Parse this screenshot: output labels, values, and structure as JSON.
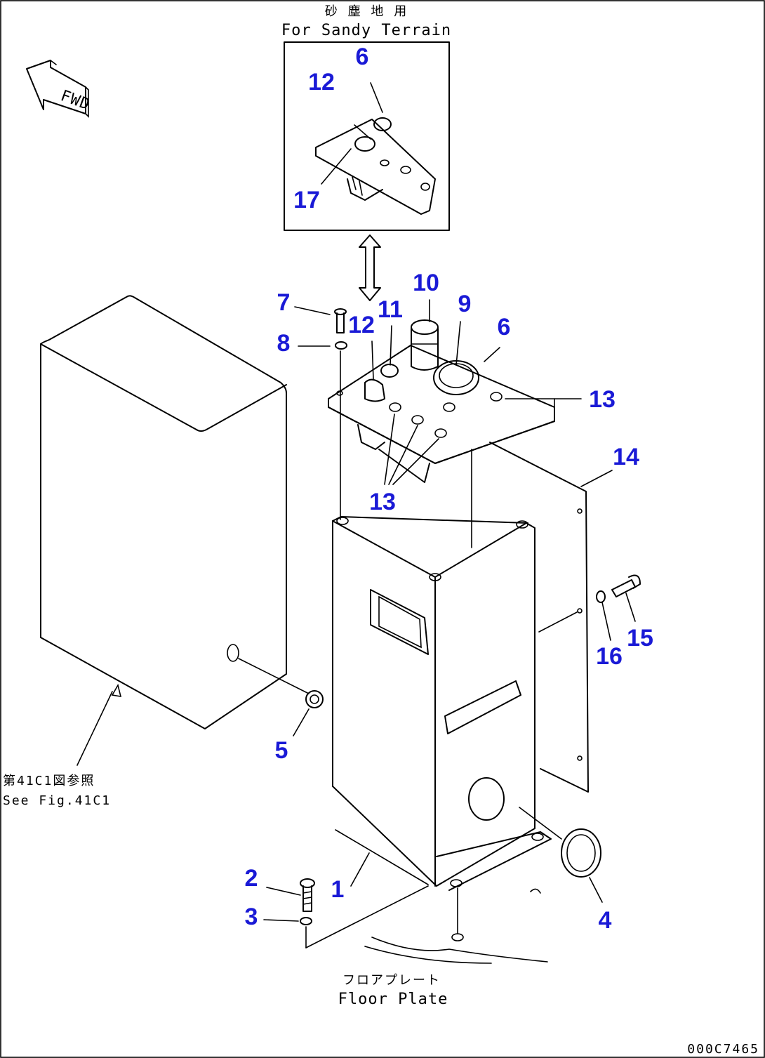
{
  "inset": {
    "title_jp": "砂 塵 地 用",
    "title_en": "For Sandy Terrain"
  },
  "fwd_label": "FWD",
  "notes": {
    "see_fig_jp": "第41C1図参照",
    "see_fig_en": "See Fig.41C1",
    "floor_jp": "フロアプレート",
    "floor_en": "Floor Plate"
  },
  "drawing_code": "000C7465",
  "callouts": {
    "c1": "1",
    "c2": "2",
    "c3": "3",
    "c4": "4",
    "c5": "5",
    "c6_inset": "6",
    "c6": "6",
    "c7": "7",
    "c8": "8",
    "c9": "9",
    "c10": "10",
    "c11": "11",
    "c12_inset": "12",
    "c12": "12",
    "c13_right": "13",
    "c13_bottom": "13",
    "c14": "14",
    "c15": "15",
    "c16": "16",
    "c17": "17"
  },
  "colors": {
    "callout": "#1a1ad6",
    "line": "#000000"
  }
}
